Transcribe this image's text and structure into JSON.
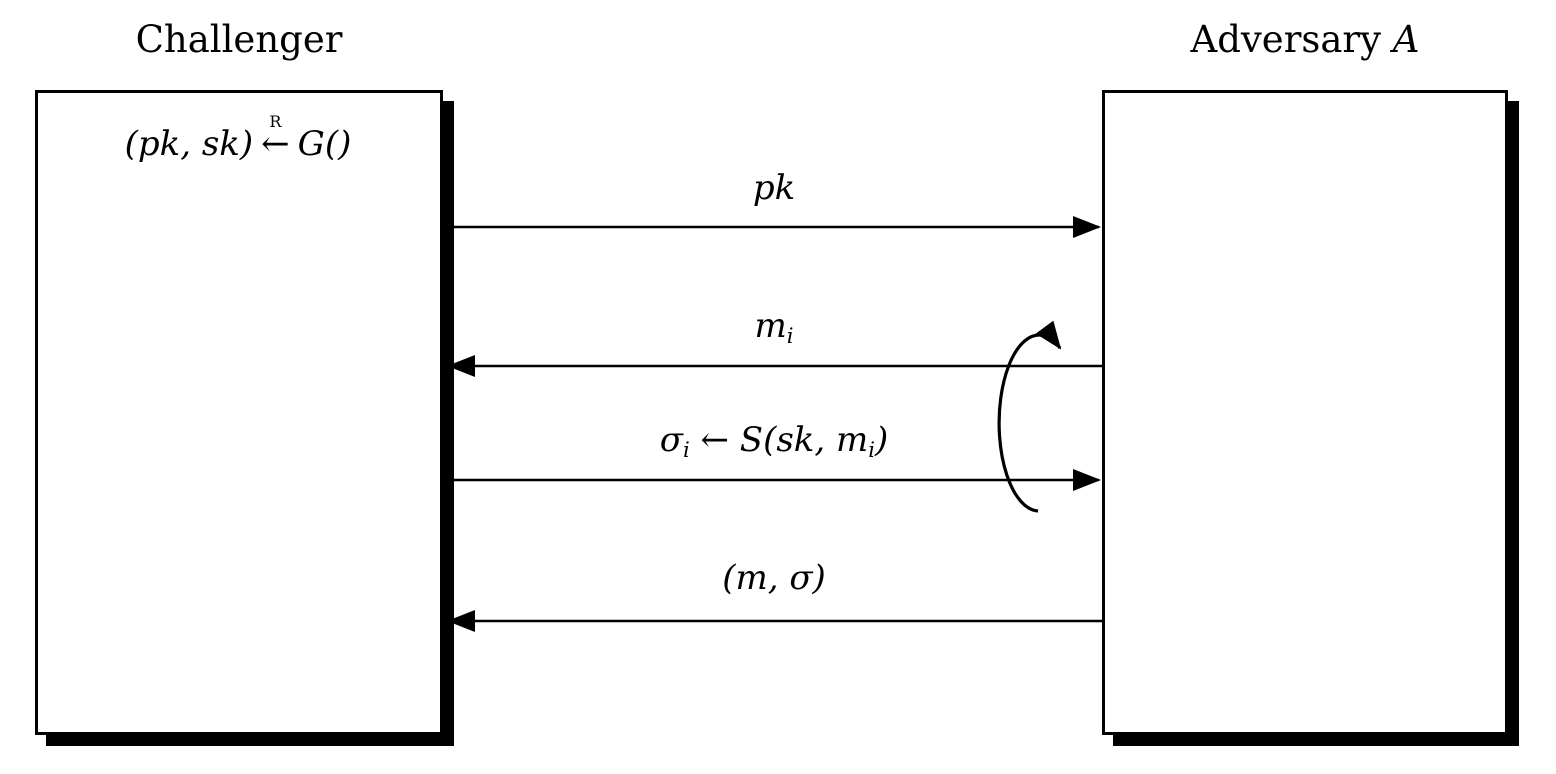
{
  "diagram": {
    "colors": {
      "stroke": "#000000",
      "background": "#ffffff"
    },
    "left_box": {
      "title": "Challenger",
      "keygen": {
        "lhs": "(pk, sk)",
        "arrow": "←",
        "arrow_sup": "R",
        "rhs": "G()"
      }
    },
    "right_box": {
      "title": "Adversary",
      "title_math": "A"
    },
    "messages": {
      "pk": {
        "label": "pk"
      },
      "mi": {
        "base": "m",
        "sub": "i"
      },
      "sigma": {
        "s1": "σ",
        "sub1": "i",
        "s2": " ← S(sk, m",
        "sub2": "i",
        "s3": ")"
      },
      "forgery": {
        "label": "(m, σ)"
      }
    }
  }
}
